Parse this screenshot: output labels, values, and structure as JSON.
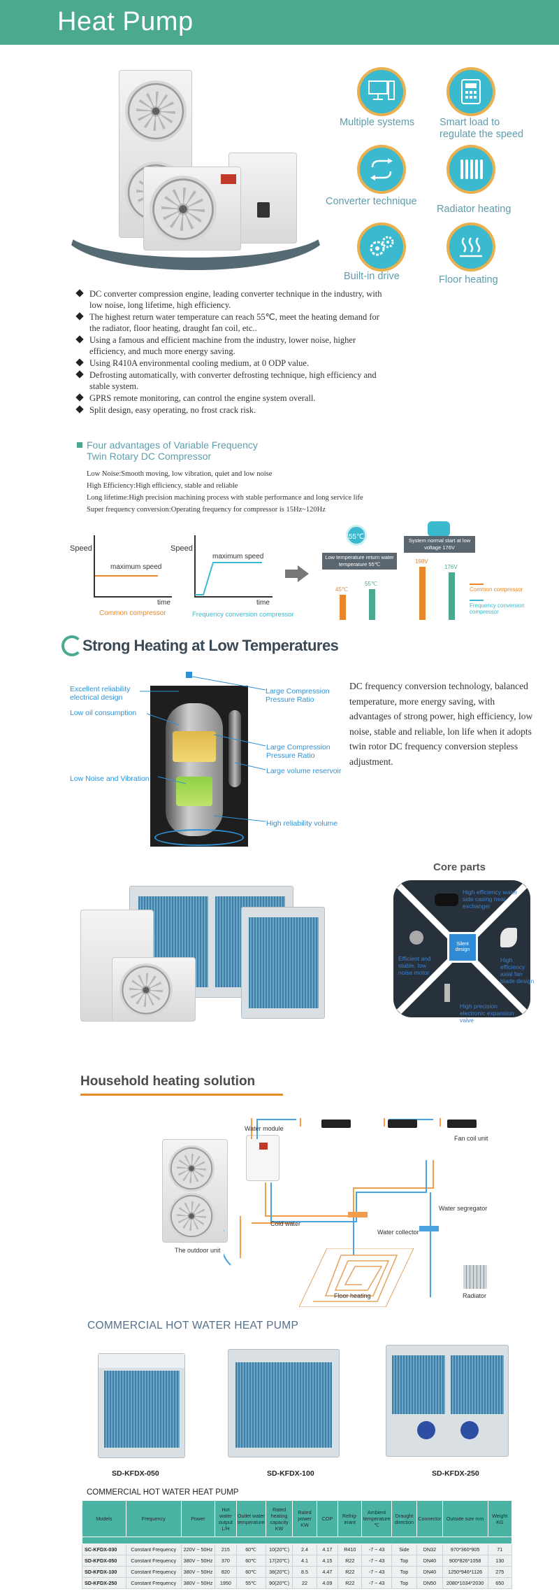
{
  "header": {
    "title": "Heat Pump"
  },
  "features": [
    {
      "label": "Multiple systems",
      "icon": "monitor-icon"
    },
    {
      "label": "Smart load to regulate the speed",
      "icon": "keypad-icon"
    },
    {
      "label": "Converter technique",
      "icon": "cycle-arrows-icon"
    },
    {
      "label": "Radiator heating",
      "icon": "radiator-icon"
    },
    {
      "label": "Built-in drive",
      "icon": "gears-icon"
    },
    {
      "label": "Floor heating",
      "icon": "heat-waves-icon"
    }
  ],
  "bullets": [
    "DC converter compression engine, leading converter technique in the industry, with low noise, long lifetime, high efficiency.",
    "The highest return water temperature can reach 55℃, meet the heating demand for the radiator, floor heating, draught fan coil, etc..",
    "Using a famous and efficient machine from the industry, lower noise, higher efficiency, and much more energy saving.",
    "Using R410A environmental cooling medium, at 0 ODP value.",
    "Defrosting automatically, with converter defrosting technique, high efficiency and stable system.",
    "GPRS remote monitoring, can control the engine system overall.",
    "Split design, easy operating, no frost crack risk."
  ],
  "advantages": {
    "title_line1": "Four advantages of Variable Frequency",
    "title_line2": "Twin Rotary DC Compressor",
    "lines": [
      "Low Noise:Smooth moving, low vibration, quiet and low noise",
      "High Efficiency:High efficiency, stable and reliable",
      "Long lifetime:High precision machining process with stable performance and long service life",
      "Super frequency conversion:Operating frequency for compressor is 15Hz~120Hz"
    ]
  },
  "speed_charts": {
    "left": {
      "ylabel": "Speed",
      "xlabel": "time",
      "curve_label": "maximum speed",
      "caption": "Common compressor"
    },
    "right": {
      "ylabel": "Speed",
      "xlabel": "time",
      "curve_label": "maximum speed",
      "caption": "Frequency conversion compressor"
    }
  },
  "chart_data": [
    {
      "type": "bar",
      "title": "",
      "badge": "55℃",
      "box_label": "Low temperature return water temperature 55℃",
      "categories": [
        "Common compressor",
        "Frequency conversion compressor"
      ],
      "values": [
        45,
        55
      ],
      "value_labels": [
        "45℃",
        "55℃"
      ],
      "colors": [
        "#e8862a",
        "#4aa98f"
      ]
    },
    {
      "type": "bar",
      "title": "",
      "box_label": "System normal start at low voltage 176V",
      "categories": [
        "Common compressor",
        "Frequency conversion compressor"
      ],
      "values": [
        198,
        176
      ],
      "value_labels": [
        "198V",
        "176V"
      ],
      "colors": [
        "#e8862a",
        "#4aa98f"
      ]
    }
  ],
  "legend": {
    "common": "Common compressor",
    "freq": "Frequency conversion compressor"
  },
  "strong_heating": {
    "title": "Strong Heating at Low Temperatures",
    "callouts_left": [
      "Excellent reliability electrical design",
      "Low oil consumption",
      "Low Noise and Vibration"
    ],
    "callouts_right": [
      "Large Compression Pressure Ratio",
      "Large Compression Pressure Ratio",
      "Large volume reservoir",
      "High reliability volume"
    ],
    "paragraph": "DC frequency conversion technology, balanced temperature, more energy saving, with advantages of strong power, high efficiency, low noise, stable and reliable, lon life when it adopts twin rotor DC frequency conversion stepless adjustment."
  },
  "core_parts": {
    "title": "Core parts",
    "center": "Silent design",
    "top": "High efficiency water side casing heat exchanger",
    "left": "Efficient and stable, low noise motor",
    "right": "High efficiency axial fan blade design",
    "bottom": "High precision electronic expansion valve"
  },
  "household": {
    "title": "Household heating solution",
    "labels": {
      "water_module": "Water module",
      "fan_coil": "Fan coil unit",
      "water_segregator": "Water segregator",
      "cold_water": "Cold water",
      "water_collector": "Water collector",
      "outdoor_unit": "The outdoor unit",
      "floor_heating": "Floor heating",
      "radiator": "Radiator"
    }
  },
  "commercial": {
    "title": "COMMERCIAL HOT WATER HEAT PUMP",
    "models": [
      "SD-KFDX-050",
      "SD-KFDX-100",
      "SD-KFDX-250"
    ],
    "table_title": "COMMERCIAL HOT WATER HEAT PUMP",
    "table": {
      "headers": [
        "Models",
        "Frequency",
        "Power",
        "Hot water output L/H",
        "Outlet water temperature",
        "Rated heating capacity KW",
        "Rated power KW",
        "COP",
        "Refrig-erant",
        "Ambient temperature ℃",
        "Draught direction",
        "Connector",
        "Outside size mm",
        "Weight KG"
      ],
      "rows": [
        [
          "SC-KFDX-030",
          "Constant Frequency",
          "220V ~ 50Hz",
          "215",
          "60℃",
          "10(20℃)",
          "2.4",
          "4.17",
          "R410",
          "-7 ~ 43",
          "Side",
          "DN32",
          "970*360*905",
          "71"
        ],
        [
          "SD-KFDX-050",
          "Constant Frequency",
          "380V ~ 50Hz",
          "370",
          "60℃",
          "17(20℃)",
          "4.1",
          "4.15",
          "R22",
          "-7 ~ 43",
          "Top",
          "DN40",
          "900*826*1058",
          "130"
        ],
        [
          "SD-KFDX-100",
          "Constant Frequency",
          "380V ~ 50Hz",
          "820",
          "60℃",
          "38(20℃)",
          "8.5",
          "4.47",
          "R22",
          "-7 ~ 43",
          "Top",
          "DN40",
          "1250*946*1126",
          "275"
        ],
        [
          "SD-KFDX-250",
          "Constant Frequency",
          "380V ~ 50Hz",
          "1950",
          "55℃",
          "90(20℃)",
          "22",
          "4.09",
          "R22",
          "-7 ~ 43",
          "Top",
          "DN50",
          "2080*1034*2030",
          "650"
        ]
      ]
    }
  },
  "colors": {
    "brand_green": "#4aa98f",
    "orange": "#e8862a",
    "icon_blue": "#3ab9cf",
    "text_blue": "#2f91d3"
  }
}
